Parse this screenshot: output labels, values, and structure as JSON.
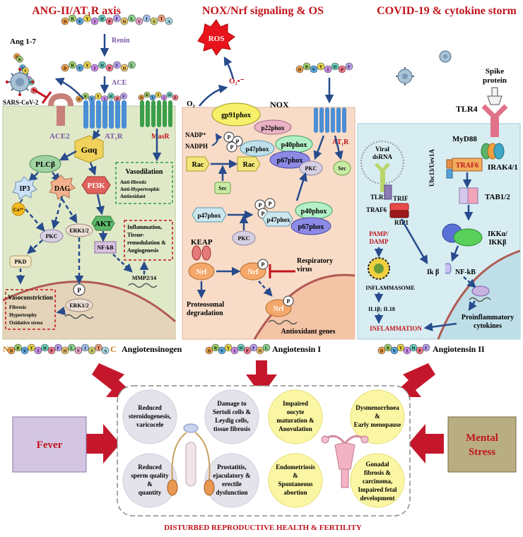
{
  "panels": {
    "left_title": "ANG-II/AT₁R axis",
    "middle_title": "NOX/Nrf signaling & OS",
    "right_title": "COVID-19 & cytokine storm"
  },
  "left": {
    "ang17": "Ang 1-7",
    "sars": "SARS-CoV-2",
    "renin": "Renin",
    "ace": "ACE",
    "ace2": "ACE2",
    "at1r": "AT₁R",
    "masr": "MasR",
    "gaq": "Gαq",
    "plcb": "PLCβ",
    "ip3": "IP3",
    "dag": "DAG",
    "ca": "Ca²⁺",
    "pi3k": "PI3K",
    "akt": "AKT",
    "nfkb": "NF-kB",
    "pkc": "PKC",
    "erk1": "ERK1/2",
    "erk2": "ERK1/2",
    "pkd": "PKD",
    "p": "P",
    "mmp": "MMP2/14",
    "vasodilation_title": "Vasodilation",
    "vasodilation_items": [
      "Anti-fibrotic",
      "Anti-Hypertrophic",
      "Antioxidant"
    ],
    "inflammation_box": [
      "Inflammation,",
      "Tissue-",
      "remodulation &",
      "Angiogenesis"
    ],
    "vasoconstriction_title": "Vasoconstriction",
    "vasoconstriction_items": [
      "Fibrosis",
      "Hypertrophy",
      "Oxidative stress"
    ]
  },
  "middle": {
    "ros": "ROS",
    "o2minus": "O₂•⁻",
    "o2": "O₂",
    "nox": "NOX",
    "gp91": "gp91phox",
    "p22": "p22phox",
    "nadp": "NADP⁺",
    "nadph": "NADPH",
    "p47a": "p47phox",
    "p40a": "p40phox",
    "p67a": "p67phox",
    "rac1": "Rac",
    "rac2": "Rac",
    "src": "Src",
    "pkc": "PKC",
    "p47b": "p47phox",
    "p47c": "p47phox",
    "p40b": "p40phox",
    "p67b": "p67phox",
    "at1r": "AT₁R",
    "pkc2": "PKC",
    "src2": "Src",
    "keap": "KEAP",
    "nrf1": "Nrf",
    "nrf2": "Nrf",
    "nrf3": "Nrf",
    "resp_virus": [
      "Respiratory",
      "virus"
    ],
    "proteosomal": [
      "Proteosomal",
      "degradation"
    ],
    "antioxidant_genes": "Antioxidant genes"
  },
  "right": {
    "spike": [
      "Spike",
      "protein"
    ],
    "tlr4": "TLR4",
    "myd88": "MyD88",
    "ubc": "Ubc13/Uev1A",
    "traf6a": "TRAF6",
    "irak": "IRAK4/1",
    "tab": "TAB1/2",
    "viral": [
      "Viral",
      "dsRNA"
    ],
    "tlr37": "TLR3/7",
    "trif": "TRIF",
    "traf6b": "TRAF6",
    "rip1": "RIP1",
    "pamp": [
      "PAMP/",
      "DAMP"
    ],
    "ikk": [
      "IKKα/",
      "IKKβ"
    ],
    "ikb": "Ik β",
    "nfkb": "NF-kB",
    "inflammasome": "INFLAMMASOME",
    "il": "IL1β; IL18",
    "inflammation": "INFLAMMATION",
    "proinflammatory": [
      "Proinflammatory",
      "cytokines"
    ]
  },
  "peptides": {
    "angiotensinogen_label": "Angiotensinogen",
    "angiotensin1_label": "Angiotensin I",
    "angiotensin2_label": "Angiotensin II",
    "n_label": "N",
    "c_label": "C",
    "chain_full": [
      "D",
      "R",
      "V",
      "Y",
      "I",
      "H",
      "P",
      "F",
      "H",
      "L",
      "V",
      "I",
      "S",
      "T",
      "A"
    ],
    "chain_ang1": [
      "D",
      "R",
      "V",
      "Y",
      "I",
      "H",
      "P",
      "F",
      "H",
      "L"
    ],
    "chain_ang2": [
      "D",
      "R",
      "V",
      "Y",
      "I",
      "H",
      "P",
      "F"
    ],
    "chain_17": [
      "D",
      "R",
      "V",
      "Y",
      "I",
      "H",
      "P"
    ],
    "chain_mas": [
      "D",
      "R",
      "V",
      "Y",
      "I",
      "H",
      "P"
    ]
  },
  "bottom": {
    "fever": "Fever",
    "mental_stress": [
      "Mental",
      "Stress"
    ],
    "male_effects": [
      [
        "Reduced",
        "steroidogenesis,",
        "varicocele"
      ],
      [
        "Damage to",
        "Sertoli cells &",
        "Leydig cells,",
        "tissue fibrosis"
      ],
      [
        "Reduced",
        "sperm quality",
        "&",
        "quantity"
      ],
      [
        "Prostatitis,",
        "ejaculatory &",
        "erectile",
        "dysfunction"
      ]
    ],
    "female_effects": [
      [
        "Impaired",
        "oocyte",
        "maturation &",
        "Anovulation"
      ],
      [
        "Dysmenorrhoea",
        "&",
        "Early menopause"
      ],
      [
        "Endometriosis",
        "&",
        "Spontaneous",
        "abortion"
      ],
      [
        "Gonadal",
        "fibrosis &",
        "carcinoma,",
        "Impaired fetal",
        "development"
      ]
    ],
    "footer": "DISTURBED REPRODUCTIVE HEALTH & FERTILITY"
  },
  "colors": {
    "title_red": "#c0141b",
    "left_panel": "#dfe9c8",
    "middle_panel": "#f8dcc8",
    "right_panel": "#d7edf2",
    "arrow_blue": "#274b8c",
    "fat_arrow": "#c4172c",
    "fever_box": "#d4c6e3",
    "stress_box": "#b9ad82",
    "male_circle": "#e4e2ea",
    "female_circle": "#fbf6a4"
  }
}
